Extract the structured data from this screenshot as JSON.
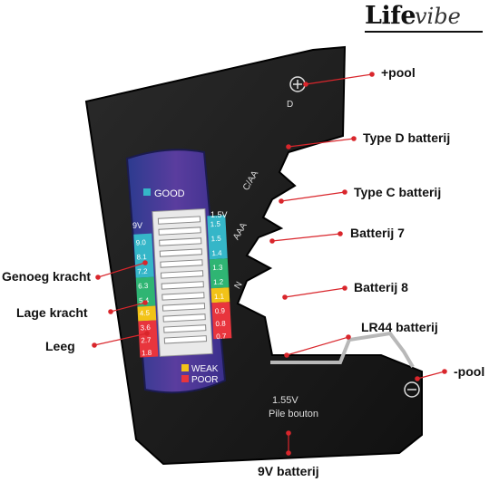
{
  "brand": {
    "bold": "Life",
    "script": "vibe"
  },
  "device": {
    "top_label": "GOOD",
    "col_left_header": "9V",
    "col_right_header": "1.5V",
    "left_values": [
      "9.0",
      "8.1",
      "7.2",
      "6.3",
      "5.4",
      "4.5",
      "3.6",
      "2.7",
      "1.8"
    ],
    "right_values": [
      "1.5",
      "1.5",
      "1.4",
      "1.3",
      "1.2",
      "1.1",
      "0.9",
      "0.8",
      "0.7"
    ],
    "legend_weak": "WEAK",
    "legend_poor": "POOR",
    "slot_label_d": "D",
    "slot_label_caa": "C/AA",
    "slot_label_aaa": "AAA",
    "slot_label_n": "N",
    "bottom_line1": "1.55V",
    "bottom_line2": "Pile bouton"
  },
  "callouts": {
    "plus_pole": "+pool",
    "type_d": "Type D batterij",
    "type_c": "Type C batterij",
    "battery7": "Batterij 7",
    "battery8": "Batterij 8",
    "lr44": "LR44 batterij",
    "minus_pole": "-pool",
    "nine_v": "9V batterij",
    "enough": "Genoeg kracht",
    "low": "Lage kracht",
    "empty": "Leeg"
  },
  "colors": {
    "accent_red": "#d9262c",
    "good": "#35b6c8",
    "ok": "#2fb573",
    "weak": "#f2c318",
    "poor": "#e8353d"
  }
}
